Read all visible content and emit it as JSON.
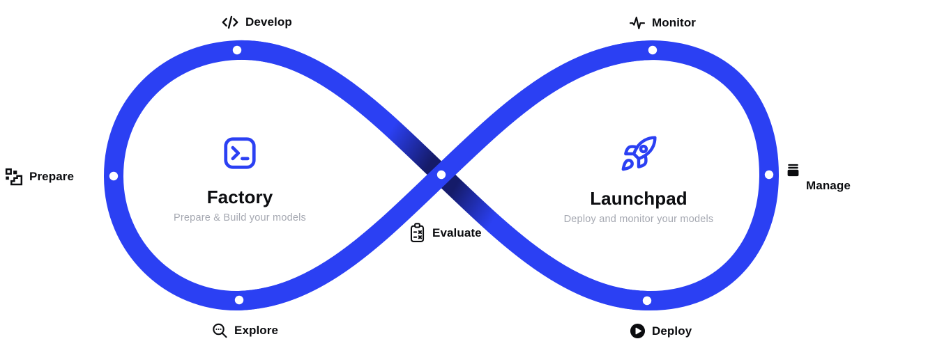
{
  "diagram": {
    "stages": [
      {
        "label": "Develop",
        "icon": "code-icon"
      },
      {
        "label": "Monitor",
        "icon": "activity-icon"
      },
      {
        "label": "Prepare",
        "icon": "pixelate-icon"
      },
      {
        "label": "Manage",
        "icon": "stack-icon"
      },
      {
        "label": "Evaluate",
        "icon": "clipboard-checklist-icon"
      },
      {
        "label": "Explore",
        "icon": "search-icon"
      },
      {
        "label": "Deploy",
        "icon": "play-circle-icon"
      }
    ],
    "sections": [
      {
        "title": "Factory",
        "subtitle": "Prepare & Build your models",
        "icon": "terminal-icon"
      },
      {
        "title": "Launchpad",
        "subtitle": "Deploy and monitor your models",
        "icon": "rocket-icon"
      }
    ],
    "colors": {
      "loop_blue": "#2B40F3",
      "loop_shadow": "#151B69",
      "node_dot": "#FFFFFF",
      "ink": "#0B0C0F",
      "subtitle_gray": "#A5A8B1",
      "background": "#FFFFFF"
    }
  }
}
